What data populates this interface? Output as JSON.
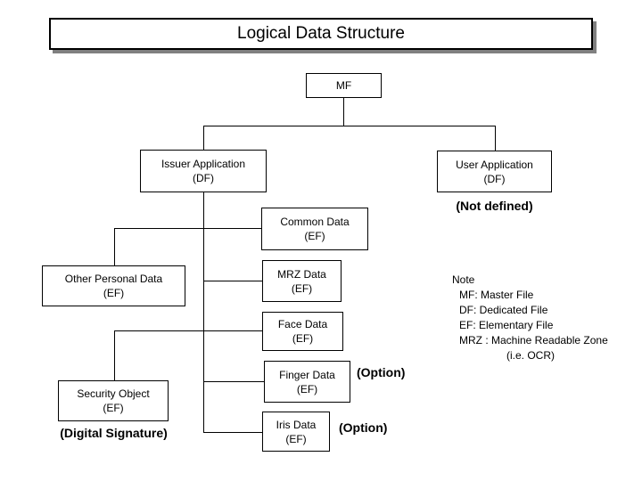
{
  "title": "Logical Data Structure",
  "nodes": {
    "mf": {
      "label": "MF"
    },
    "issuer": {
      "label": "Issuer Application",
      "sub": "(DF)"
    },
    "user": {
      "label": "User Application",
      "sub": "(DF)"
    },
    "common": {
      "label": "Common Data",
      "sub": "(EF)"
    },
    "other_personal": {
      "label": "Other Personal Data",
      "sub": "(EF)"
    },
    "mrz": {
      "label": "MRZ Data",
      "sub": "(EF)"
    },
    "face": {
      "label": "Face Data",
      "sub": "(EF)"
    },
    "finger": {
      "label": "Finger Data",
      "sub": "(EF)"
    },
    "security": {
      "label": "Security Object",
      "sub": "(EF)"
    },
    "iris": {
      "label": "Iris Data",
      "sub": "(EF)"
    }
  },
  "annotations": {
    "not_defined": "(Not defined)",
    "digital_signature": "(Digital Signature)",
    "option_finger": "(Option)",
    "option_iris": "(Option)"
  },
  "note": {
    "heading": "Note",
    "lines": [
      "MF: Master File",
      "DF: Dedicated File",
      "EF: Elementary File",
      "MRZ : Machine Readable Zone",
      "(i.e. OCR)"
    ]
  },
  "colors": {
    "background": "#ffffff",
    "line": "#000000",
    "text": "#000000",
    "shadow": "#808080"
  }
}
